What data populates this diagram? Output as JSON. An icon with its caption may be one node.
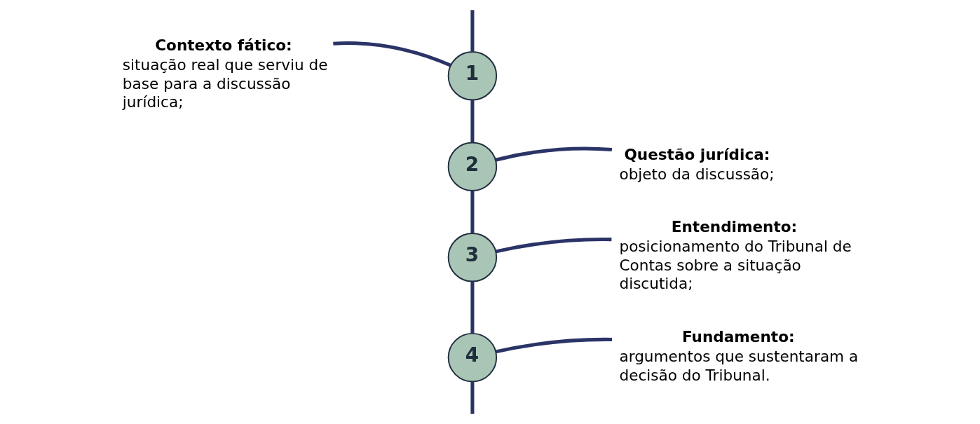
{
  "diagram": {
    "nodes": [
      {
        "text": [
          "Contexto fático:",
          "situação real que serviu de base para a discussão jurídica;"
        ]
      },
      {
        "text": [
          "1"
        ]
      },
      {
        "text": [
          "2"
        ]
      },
      {
        "text": [
          "Questão jurídica:",
          "objeto da discussão;"
        ]
      },
      {
        "text": [
          "3"
        ]
      },
      {
        "text": [
          "Entendimento:",
          "posicionamento do Tribunal de Contas sobre a situação discutida;"
        ]
      },
      {
        "text": [
          "4"
        ]
      },
      {
        "text": [
          "Fundamento:",
          "argumentos que sustentaram a decisão do Tribunal."
        ]
      }
    ],
    "edges": [
      {
        "from": null,
        "to": 1,
        "arrow": "none"
      },
      {
        "from": 1,
        "to": 2,
        "arrow": "none"
      },
      {
        "from": 2,
        "to": 4,
        "arrow": "none"
      },
      {
        "from": 4,
        "to": 6,
        "arrow": "none"
      },
      {
        "from": 6,
        "to": null,
        "arrow": "none"
      },
      {
        "from": 0,
        "to": 1,
        "arrow": "none"
      },
      {
        "from": 2,
        "to": 3,
        "arrow": "none"
      },
      {
        "from": 4,
        "to": 5,
        "arrow": "none"
      },
      {
        "from": 6,
        "to": 7,
        "arrow": "none"
      }
    ]
  }
}
